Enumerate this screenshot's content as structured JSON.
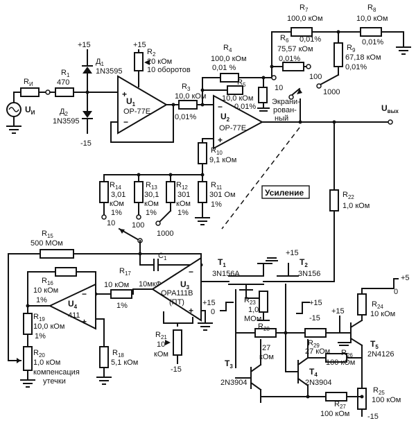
{
  "labels": {
    "ri": "R",
    "ri_sub": "И",
    "ui": "U",
    "ui_sub": "И",
    "r1": "R",
    "r1_sub": "1",
    "r1_val": "470",
    "d1": "Д",
    "d1_sub": "1",
    "d1_type": "1N3595",
    "d2": "Д",
    "d2_sub": "2",
    "d2_type": "1N3595",
    "p15_top": "+15",
    "m15_left": "-15",
    "u1_plus15": "+15",
    "r2": "R",
    "r2_sub": "2",
    "r2_val1": "20 кОм",
    "r2_val2": "10 оборотов",
    "u1": "U",
    "u1_sub": "1",
    "u1_type": "OP-77E",
    "r3": "R",
    "r3_sub": "3",
    "r3_val": "10,0 кОм",
    "r3_tol": "0,01%",
    "r4": "R",
    "r4_sub": "4",
    "r4_val": "100,0 кОм",
    "r4_tol": "0,01 %",
    "r5": "R",
    "r5_sub": "5",
    "r5_val": "10,0 кОм",
    "r5_tol": "0,01%",
    "u2": "U",
    "u2_sub": "2",
    "u2_type": "OP-77E",
    "shield": "Экрани-\nрован-\nный",
    "r6": "R",
    "r6_sub": "6",
    "r6_val": "75,57 кОм",
    "r6_tol": "0,01%",
    "r7": "R",
    "r7_sub": "7",
    "r7_val": "100,0 кОм",
    "r7_tol": "0,01%",
    "r8": "R",
    "r8_sub": "8",
    "r8_val": "10,0 кОм",
    "r8_tol": "0,01%",
    "r9": "R",
    "r9_sub": "9",
    "r9_val": "67,18 кОм",
    "r9_tol": "0,01%",
    "sw_10": "10",
    "sw_100": "100",
    "sw_1000": "1000",
    "uout": "U",
    "uout_sub": "вых",
    "r10": "R",
    "r10_sub": "10",
    "r10_val": "9,1 кОм",
    "r11": "R",
    "r11_sub": "11",
    "r11_val": "301 Ом",
    "r11_tol": "1%",
    "r12": "R",
    "r12_sub": "12",
    "r12_val1": "301",
    "r12_val2": "кОм",
    "r12_tol": "1%",
    "r13": "R",
    "r13_sub": "13",
    "r13_val1": "30,1",
    "r13_val2": "кОм",
    "r13_tol": "1%",
    "r14": "R",
    "r14_sub": "14",
    "r14_val1": "3,01",
    "r14_val2": "кОм",
    "r14_tol": "1%",
    "sw2_10": "10",
    "sw2_100": "100",
    "sw2_1000": "1000",
    "gain": "Усиление",
    "r22": "R",
    "r22_sub": "22",
    "r22_val": "1,0 кОм",
    "r15": "R",
    "r15_sub": "15",
    "r15_val": "500 МОм",
    "r16": "R",
    "r16_sub": "16",
    "r16_val": "10 кОм",
    "r16_tol": "1%",
    "u4": "U",
    "u4_sub": "4",
    "u4_type": "411",
    "r17": "R",
    "r17_sub": "17",
    "r17_val": "10 кОм",
    "r17_tol": "1%",
    "c1": "C",
    "c1_sub": "1",
    "c1_val": "10мкФ",
    "u3": "U",
    "u3_sub": "3",
    "u3_type": "OPA111B",
    "u3_note": "(ПТ)",
    "r19": "R",
    "r19_sub": "19",
    "r19_val": "10,0 кОм",
    "r19_tol": "1%",
    "r18": "R",
    "r18_sub": "18",
    "r18_val": "5,1 кОм",
    "r20": "R",
    "r20_sub": "20",
    "r20_val": "1,0 кОм",
    "comp1": "компенсация",
    "comp2": "утечки",
    "r21": "R",
    "r21_sub": "21",
    "r21_val1": "10",
    "r21_val2": "кОм",
    "u3_neg15": "-15",
    "t1": "T",
    "t1_sub": "1",
    "t1_type": "3N156A",
    "t2": "T",
    "t2_sub": "2",
    "t2_type": "3N156",
    "t2_plus15": "+15",
    "r23": "R",
    "r23_sub": "23",
    "r23_val1": "1,0",
    "r23_val2": "МОм",
    "pulse_l1": "+15",
    "pulse_l2": "0",
    "pulse_r1": "+15",
    "pulse_r2": "-15",
    "pulse_tr1": "+5",
    "pulse_tr2": "0",
    "r28": "R",
    "r28_sub": "28",
    "r28_val1": "27",
    "r28_val2": "кОм",
    "r29": "R",
    "r29_sub": "29",
    "r29_val": "27 кОм",
    "t5_plus15": "+15",
    "r24": "R",
    "r24_sub": "24",
    "r24_val": "10 кОм",
    "t5": "T",
    "t5_sub": "5",
    "t5_type": "2N4126",
    "r26": "R",
    "r26_sub": "26",
    "r26_val": "100 кОм",
    "t3": "T",
    "t3_sub": "3",
    "t3_type": "2N3904",
    "t4": "T",
    "t4_sub": "4",
    "t4_type": "2N3904",
    "r27": "R",
    "r27_sub": "27",
    "r27_val": "100 кОм",
    "r25": "R",
    "r25_sub": "25",
    "r25_val": "100 кОм",
    "bottom_neg15": "-15"
  }
}
